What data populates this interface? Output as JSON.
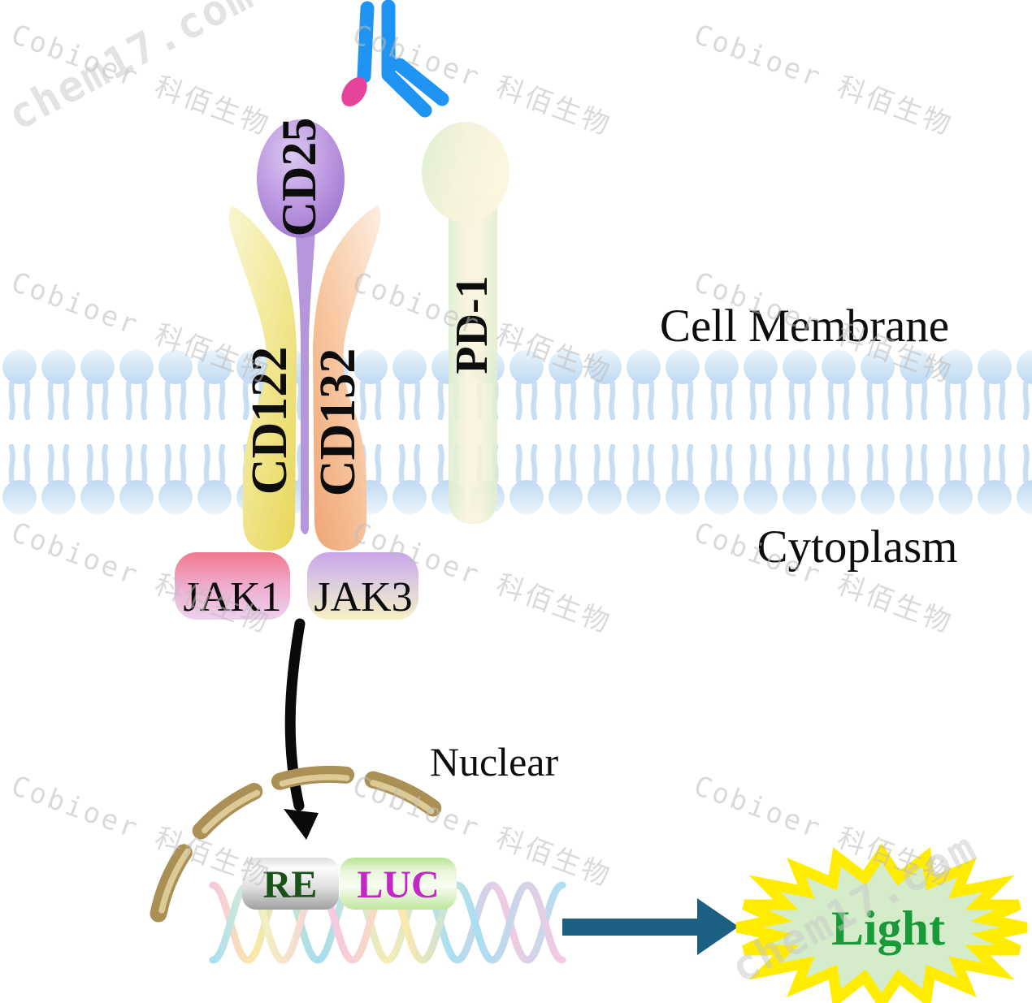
{
  "diagram": {
    "receptors": {
      "cd25": "CD25",
      "cd122": "CD122",
      "cd132": "CD132",
      "pd1": "PD-1"
    },
    "kinases": {
      "jak1": "JAK1",
      "jak3": "JAK3"
    },
    "compartments": {
      "cell_membrane": "Cell Membrane",
      "cytoplasm": "Cytoplasm",
      "nuclear": "Nuclear"
    },
    "reporter": {
      "re": "RE",
      "luc": "LUC",
      "light": "Light"
    }
  },
  "watermark": {
    "brand": "Cobioer 科佰生物",
    "site": "chem17.com"
  },
  "colors": {
    "antibody_blue": "#2094f3",
    "antibody_pink": "#e8439a",
    "cd25_purple": "#a77fd1",
    "cd25_stem_purple": "#b596da",
    "cd122_yellow": "#e8d85e",
    "cd132_orange": "#f0a878",
    "pd1_green": "#dcedcb",
    "membrane_blue": "#c9e0f4",
    "jak1_pink": "#f0798b",
    "jak3_purple": "#c9a4ea",
    "nuclear_tan": "#ab9055",
    "arrow_black": "#0a0a0a",
    "re_text_green": "#1a531a",
    "luc_text_magenta": "#c428c4",
    "arrow_teal": "#1d5f82",
    "star_yellow": "#ffec00",
    "star_fill_green": "#d4ecca",
    "light_text_green": "#189a38"
  }
}
